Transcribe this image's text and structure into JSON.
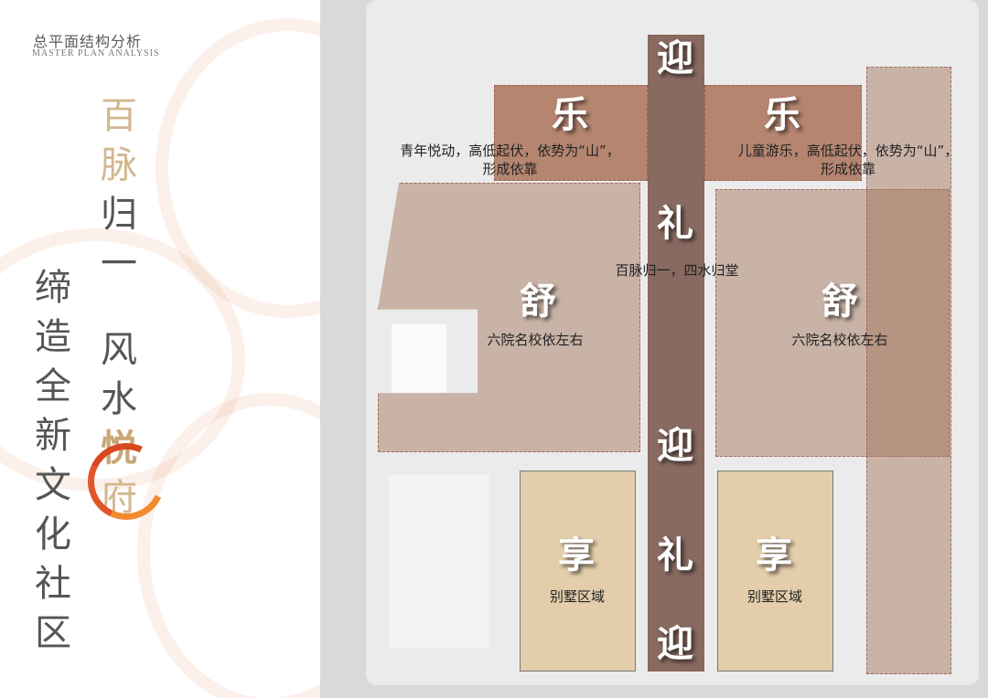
{
  "header": {
    "title_cn": "总平面结构分析",
    "title_en": "MASTER PLAN ANALYSIS"
  },
  "slogan": {
    "column_right": [
      "百",
      "脉",
      "归",
      "一",
      "风",
      "水",
      "悦",
      "府"
    ],
    "column_left": [
      "缔",
      "造",
      "全",
      "新",
      "文",
      "化",
      "社",
      "区"
    ],
    "highlight_char": "悦",
    "colors": {
      "gold": "#d2b88f",
      "gray": "#555555",
      "ring": "#e2542a"
    }
  },
  "map": {
    "axis": {
      "ying_top": "迎",
      "li_upper": "礼",
      "li_upper_caption": "百脉归一，四水归堂",
      "ying_middle": "迎",
      "li_lower": "礼",
      "ying_bottom": "迎"
    },
    "zones": {
      "le_left": {
        "glyph": "乐",
        "caption_line1": "青年悦动，高低起伏，依势为“山”，",
        "caption_line2": "形成依靠"
      },
      "le_right": {
        "glyph": "乐",
        "caption_line1": "儿童游乐，高低起伏，依势为“山”，",
        "caption_line2": "形成依靠"
      },
      "shu_left": {
        "glyph": "舒",
        "caption": "六院名校依左右"
      },
      "shu_right": {
        "glyph": "舒",
        "caption": "六院名校依左右"
      },
      "xiang_left": {
        "glyph": "享",
        "caption": "别墅区域"
      },
      "xiang_right": {
        "glyph": "享",
        "caption": "别墅区域"
      }
    },
    "colors": {
      "axis": "#7d5c52",
      "le": "#a86e54",
      "shu": "#c8a890",
      "xiang": "#e1c8a0"
    }
  }
}
